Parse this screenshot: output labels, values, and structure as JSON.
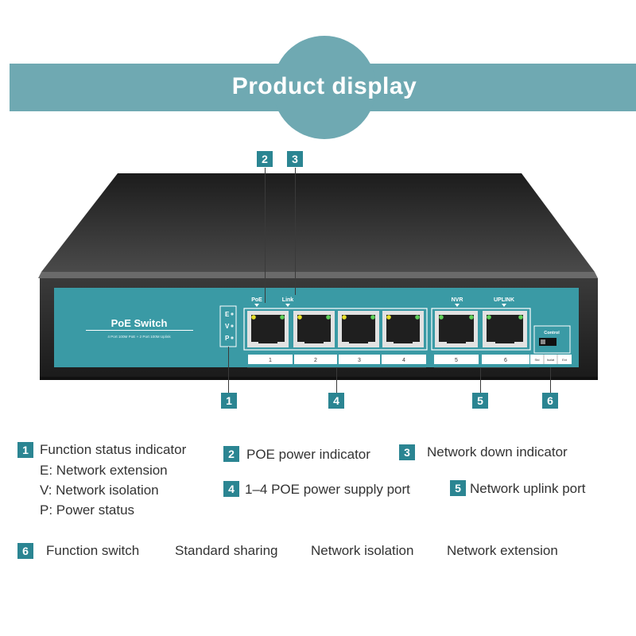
{
  "header": {
    "title": "Product display"
  },
  "device": {
    "name": "PoE Switch",
    "subtitle": "4 Port 100M PoE + 2 Port 100M Uplink",
    "status_letters": [
      "E",
      "V",
      "P"
    ],
    "label_poe": "PoE",
    "label_link": "Link",
    "label_nvr": "NVR",
    "label_uplink": "UPLINK",
    "control_label": "Control",
    "port_numbers": [
      "1",
      "2",
      "3",
      "4",
      "5",
      "6"
    ],
    "switch_options": [
      "Std",
      "Isolat",
      "Ext"
    ]
  },
  "callouts": [
    "2",
    "3",
    "1",
    "4",
    "5",
    "6"
  ],
  "legend": {
    "item1": {
      "num": "1",
      "title": "Function status indicator",
      "lines": [
        "E: Network extension",
        "V: Network isolation",
        "P: Power status"
      ]
    },
    "item2": {
      "num": "2",
      "title": "POE power indicator"
    },
    "item3": {
      "num": "3",
      "title": "Network down indicator"
    },
    "item4": {
      "num": "4",
      "title": "1–4 POE power supply port"
    },
    "item5": {
      "num": "5",
      "title": "Network uplink port"
    },
    "item6": {
      "num": "6",
      "title": "Function switch",
      "modes": [
        "Standard sharing",
        "Network isolation",
        "Network extension"
      ]
    }
  },
  "colors": {
    "banner": "#6fa9b2",
    "badge": "#2b8592",
    "panel": "#3a9aa5",
    "chassis": "#2a2a2a"
  }
}
